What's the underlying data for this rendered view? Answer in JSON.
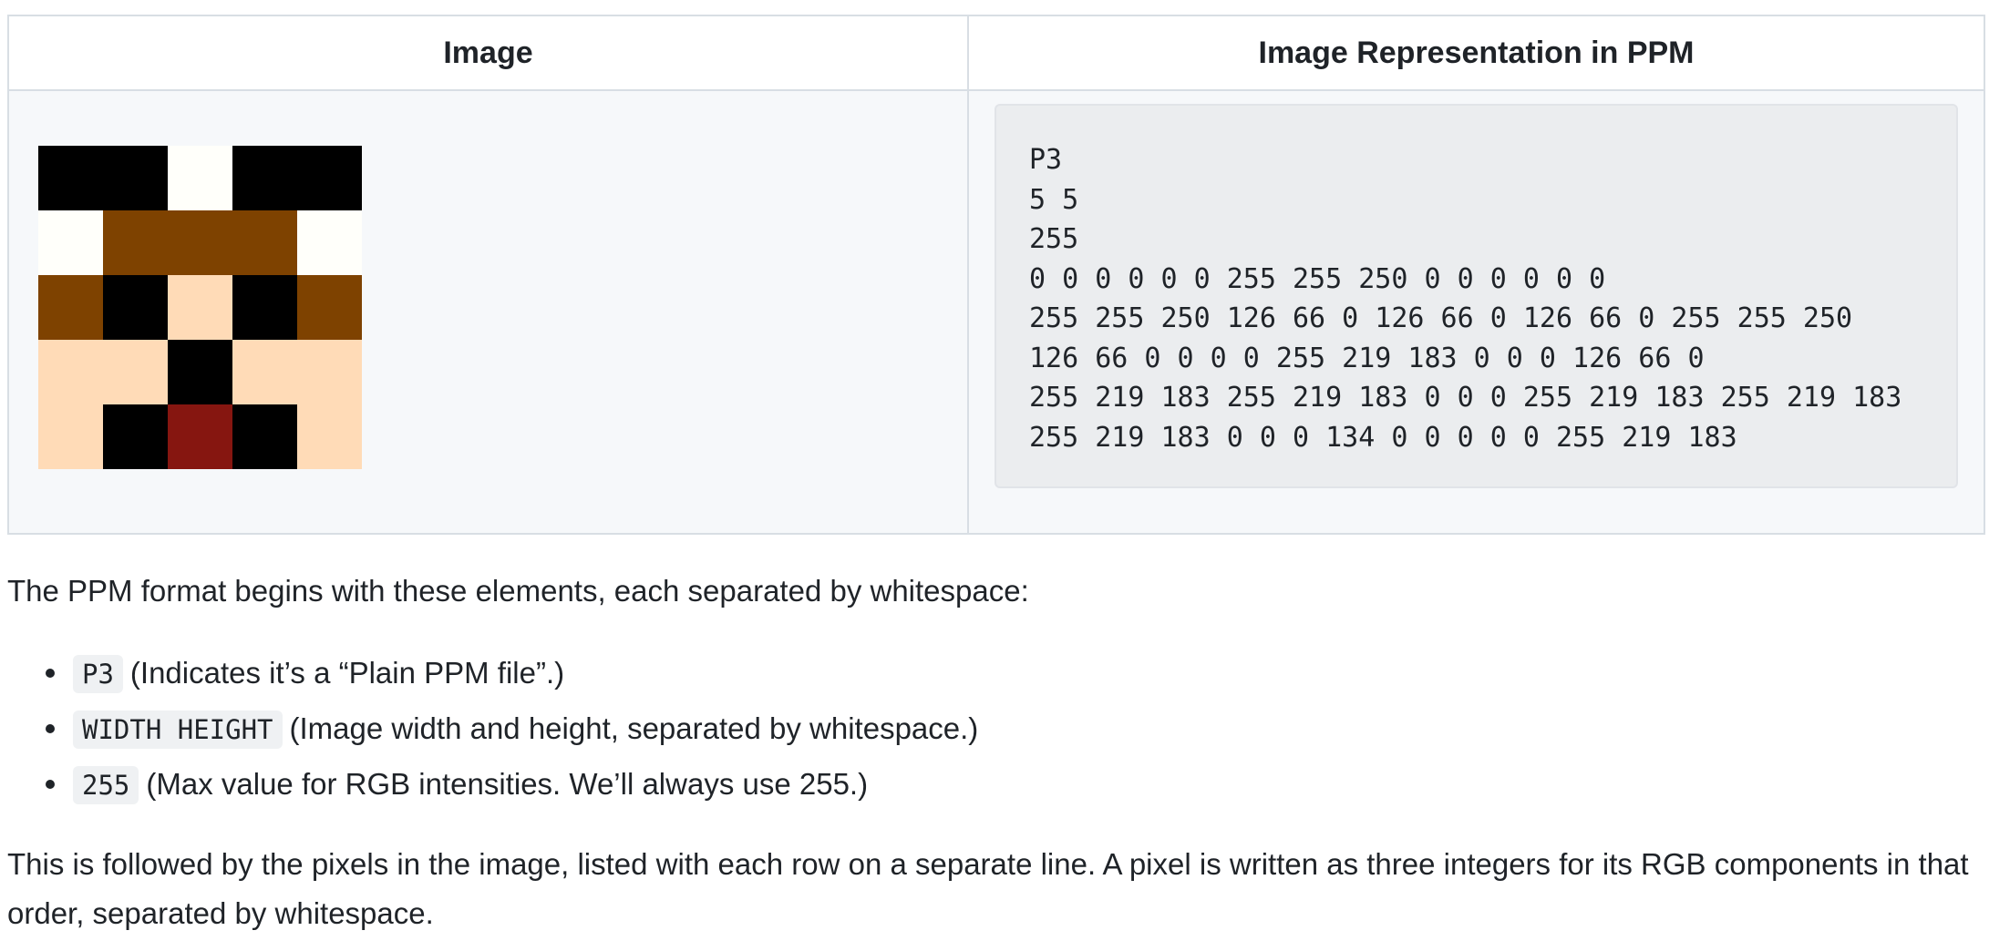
{
  "table": {
    "headers": [
      "Image",
      "Image Representation in PPM"
    ],
    "pixel_grid": [
      [
        "#000000",
        "#000000",
        "#fffffa",
        "#000000",
        "#000000"
      ],
      [
        "#fffffa",
        "#7e4200",
        "#7e4200",
        "#7e4200",
        "#fffffa"
      ],
      [
        "#7e4200",
        "#000000",
        "#ffdbb7",
        "#000000",
        "#7e4200"
      ],
      [
        "#ffdbb7",
        "#ffdbb7",
        "#000000",
        "#ffdbb7",
        "#ffdbb7"
      ],
      [
        "#ffdbb7",
        "#000000",
        "#861610",
        "#000000",
        "#ffdbb7"
      ]
    ],
    "code_lines": [
      "P3",
      "5 5",
      "255",
      "0 0 0 0 0 0 255 255 250 0 0 0 0 0 0",
      "255 255 250 126 66 0 126 66 0 126 66 0 255 255 250",
      "126 66 0 0 0 0 255 219 183 0 0 0 126 66 0",
      "255 219 183 255 219 183 0 0 0 255 219 183 255 219 183",
      "255 219 183 0 0 0 134 0 0 0 0 0 255 219 183"
    ]
  },
  "intro_paragraph": "The PPM format begins with these elements, each separated by whitespace:",
  "elements_list": [
    {
      "code": "P3",
      "text": "(Indicates it’s a “Plain PPM file”.)"
    },
    {
      "code": "WIDTH HEIGHT",
      "text": "(Image width and height, separated by whitespace.)"
    },
    {
      "code": "255",
      "text": "(Max value for RGB intensities. We’ll always use 255.)"
    }
  ],
  "closing_paragraph": "This is followed by the pixels in the image, listed with each row on a separate line. A pixel is written as three integers for its RGB components in that order, separated by whitespace."
}
